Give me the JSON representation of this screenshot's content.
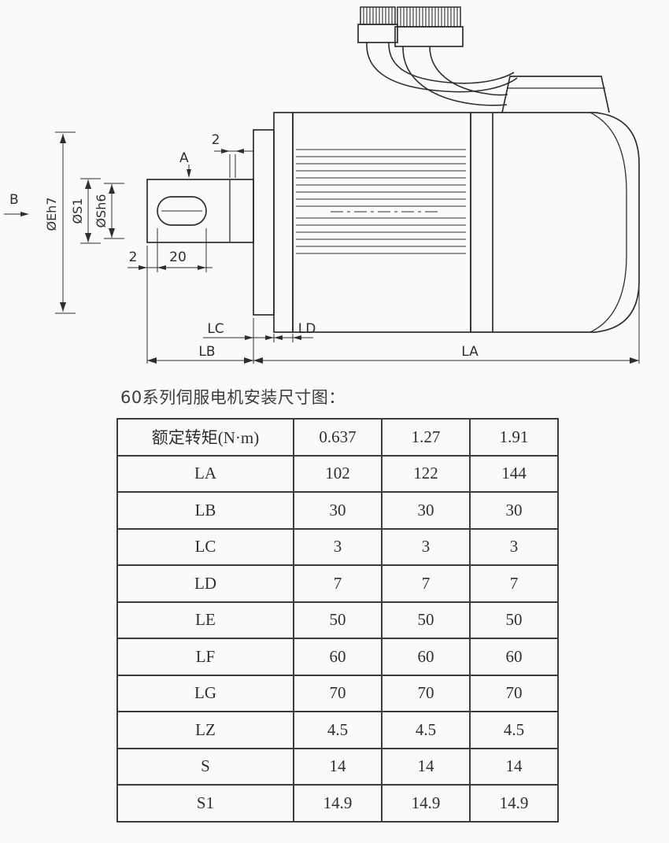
{
  "colors": {
    "background": "#fbfafa",
    "line": "#2e2e2e",
    "text": "#2f2f2f"
  },
  "title": "60系列伺服电机安装尺寸图：",
  "drawing": {
    "labels": {
      "view_b": "B",
      "section_a": "A",
      "dia_eh7": "ØEh7",
      "dia_s1": "ØS1",
      "dia_sh6": "ØSh6",
      "dim_top": "2",
      "dim_bottom_2": "2",
      "dim_bottom_20": "20",
      "dim_lc": "LC",
      "dim_ld": "LD",
      "dim_lb": "LB",
      "dim_la": "LA"
    }
  },
  "table": {
    "header": {
      "label": "额定转矩(N·m)",
      "values": [
        "0.637",
        "1.27",
        "1.91"
      ]
    },
    "rows": [
      {
        "label": "LA",
        "values": [
          "102",
          "122",
          "144"
        ]
      },
      {
        "label": "LB",
        "values": [
          "30",
          "30",
          "30"
        ]
      },
      {
        "label": "LC",
        "values": [
          "3",
          "3",
          "3"
        ]
      },
      {
        "label": "LD",
        "values": [
          "7",
          "7",
          "7"
        ]
      },
      {
        "label": "LE",
        "values": [
          "50",
          "50",
          "50"
        ]
      },
      {
        "label": "LF",
        "values": [
          "60",
          "60",
          "60"
        ]
      },
      {
        "label": "LG",
        "values": [
          "70",
          "70",
          "70"
        ]
      },
      {
        "label": "LZ",
        "values": [
          "4.5",
          "4.5",
          "4.5"
        ]
      },
      {
        "label": "S",
        "values": [
          "14",
          "14",
          "14"
        ]
      },
      {
        "label": "S1",
        "values": [
          "14.9",
          "14.9",
          "14.9"
        ]
      }
    ]
  }
}
